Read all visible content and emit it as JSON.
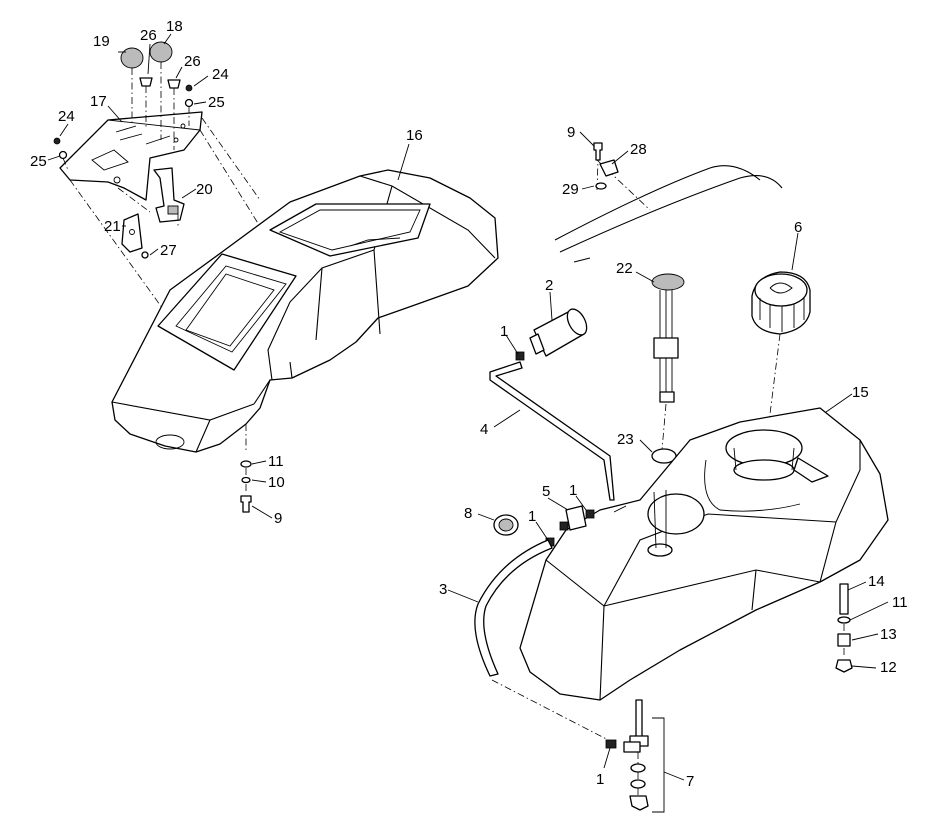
{
  "callouts": [
    {
      "id": "c19a",
      "text": "19"
    },
    {
      "id": "c26a",
      "text": "26"
    },
    {
      "id": "c18",
      "text": "18"
    },
    {
      "id": "c26b",
      "text": "26"
    },
    {
      "id": "c24a",
      "text": "24"
    },
    {
      "id": "c17",
      "text": "17"
    },
    {
      "id": "c25a",
      "text": "25"
    },
    {
      "id": "c24b",
      "text": "24"
    },
    {
      "id": "c25b",
      "text": "25"
    },
    {
      "id": "c16",
      "text": "16"
    },
    {
      "id": "c20",
      "text": "20"
    },
    {
      "id": "c21",
      "text": "21"
    },
    {
      "id": "c27",
      "text": "27"
    },
    {
      "id": "c11a",
      "text": "11"
    },
    {
      "id": "c10",
      "text": "10"
    },
    {
      "id": "c9a",
      "text": "9"
    },
    {
      "id": "c9b",
      "text": "9"
    },
    {
      "id": "c28",
      "text": "28"
    },
    {
      "id": "c29",
      "text": "29"
    },
    {
      "id": "c6",
      "text": "6"
    },
    {
      "id": "c22",
      "text": "22"
    },
    {
      "id": "c2",
      "text": "2"
    },
    {
      "id": "c1a",
      "text": "1"
    },
    {
      "id": "c15",
      "text": "15"
    },
    {
      "id": "c4",
      "text": "4"
    },
    {
      "id": "c23",
      "text": "23"
    },
    {
      "id": "c5",
      "text": "5"
    },
    {
      "id": "c1b",
      "text": "1"
    },
    {
      "id": "c8",
      "text": "8"
    },
    {
      "id": "c1c",
      "text": "1"
    },
    {
      "id": "c3",
      "text": "3"
    },
    {
      "id": "c14",
      "text": "14"
    },
    {
      "id": "c11b",
      "text": "11"
    },
    {
      "id": "c13",
      "text": "13"
    },
    {
      "id": "c12",
      "text": "12"
    },
    {
      "id": "c1d",
      "text": "1"
    },
    {
      "id": "c7",
      "text": "7"
    }
  ]
}
